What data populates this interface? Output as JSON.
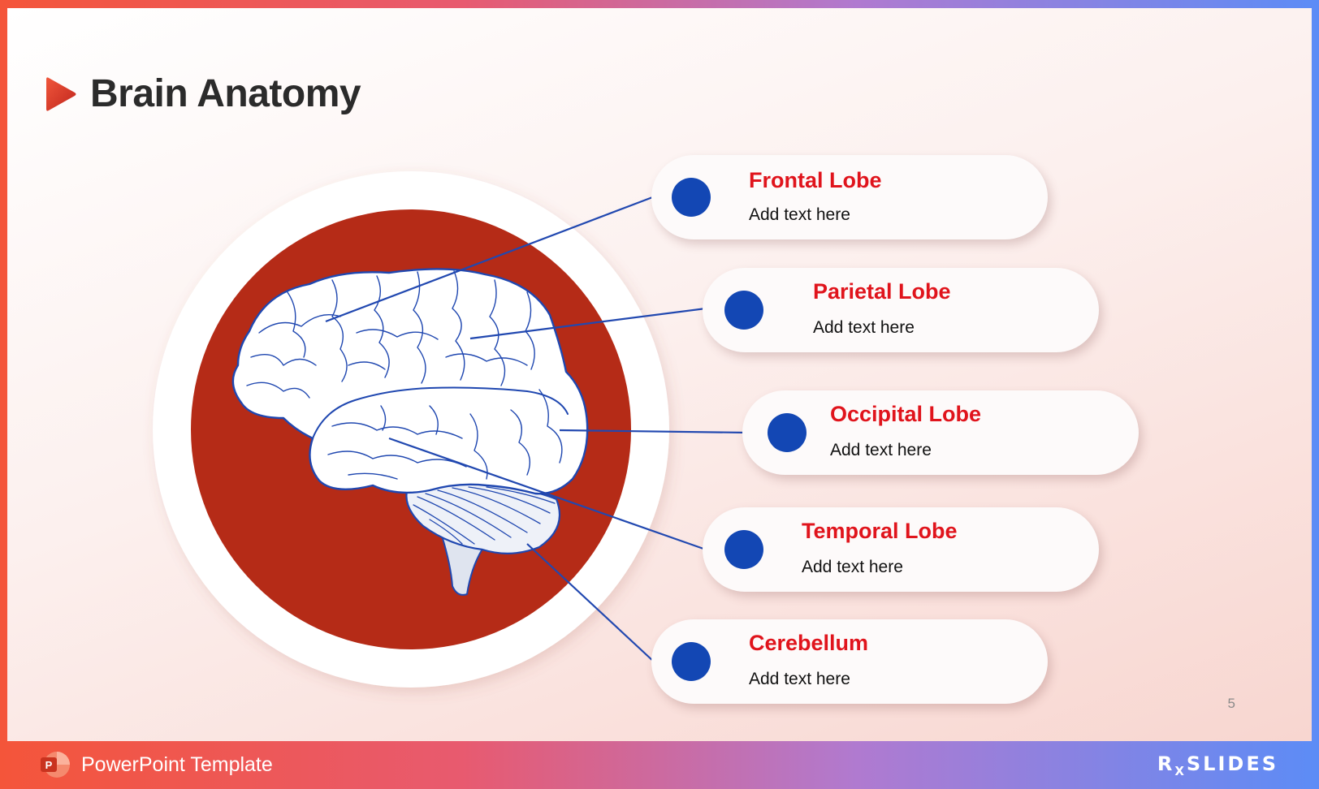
{
  "slide": {
    "title": "Brain Anatomy",
    "page_number": "5"
  },
  "labels": [
    {
      "title": "Frontal Lobe",
      "text": "Add text here"
    },
    {
      "title": "Parietal Lobe",
      "text": "Add text here"
    },
    {
      "title": "Occipital Lobe",
      "text": "Add text here"
    },
    {
      "title": "Temporal Lobe",
      "text": "Add text here"
    },
    {
      "title": "Cerebellum",
      "text": "Add text here"
    }
  ],
  "footer": {
    "label": "PowerPoint Template",
    "logo_letter": "P",
    "brand_prefix": "R",
    "brand_sub": "X",
    "brand_name": "SLIDES"
  },
  "colors": {
    "accent_red": "#e0141c",
    "circle_red": "#b52b17",
    "dot_blue": "#1347b4",
    "line_blue": "#2148b0"
  },
  "icons": {
    "title_marker": "play-triangle-icon",
    "footer_logo": "powerpoint-icon",
    "illustration": "brain-illustration"
  }
}
